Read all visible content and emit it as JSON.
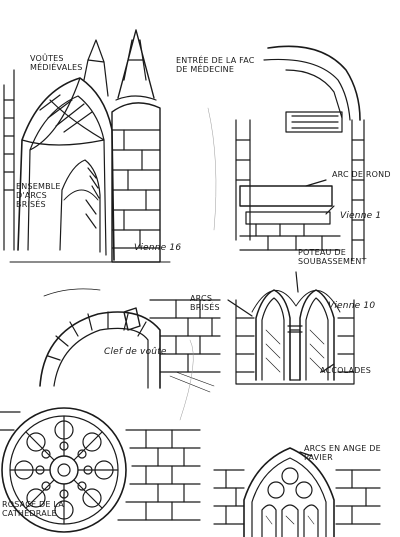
{
  "sketch": {
    "top_left": {
      "label_voutes": "Voûtes médiévales",
      "label_ensemble": "Ensemble d'arcs brisés",
      "signature": "Vienne 16"
    },
    "top_right": {
      "label_entree": "Entrée de la fac de médecine",
      "label_arc_rond": "Arc de rond",
      "signature": "Vienne 1"
    },
    "middle_left": {
      "label_clef": "Clef de voûte"
    },
    "middle_right": {
      "label_arcs": "Arcs brisés",
      "label_poteau": "Poteau de soubassement",
      "label_accolades": "Accolades",
      "signature": "Vienne 10"
    },
    "bottom_left": {
      "label_rosace": "Rosace de la cathédrale"
    },
    "bottom_right": {
      "label_arcs_cu": "Arcs en ange de Pavier"
    }
  }
}
